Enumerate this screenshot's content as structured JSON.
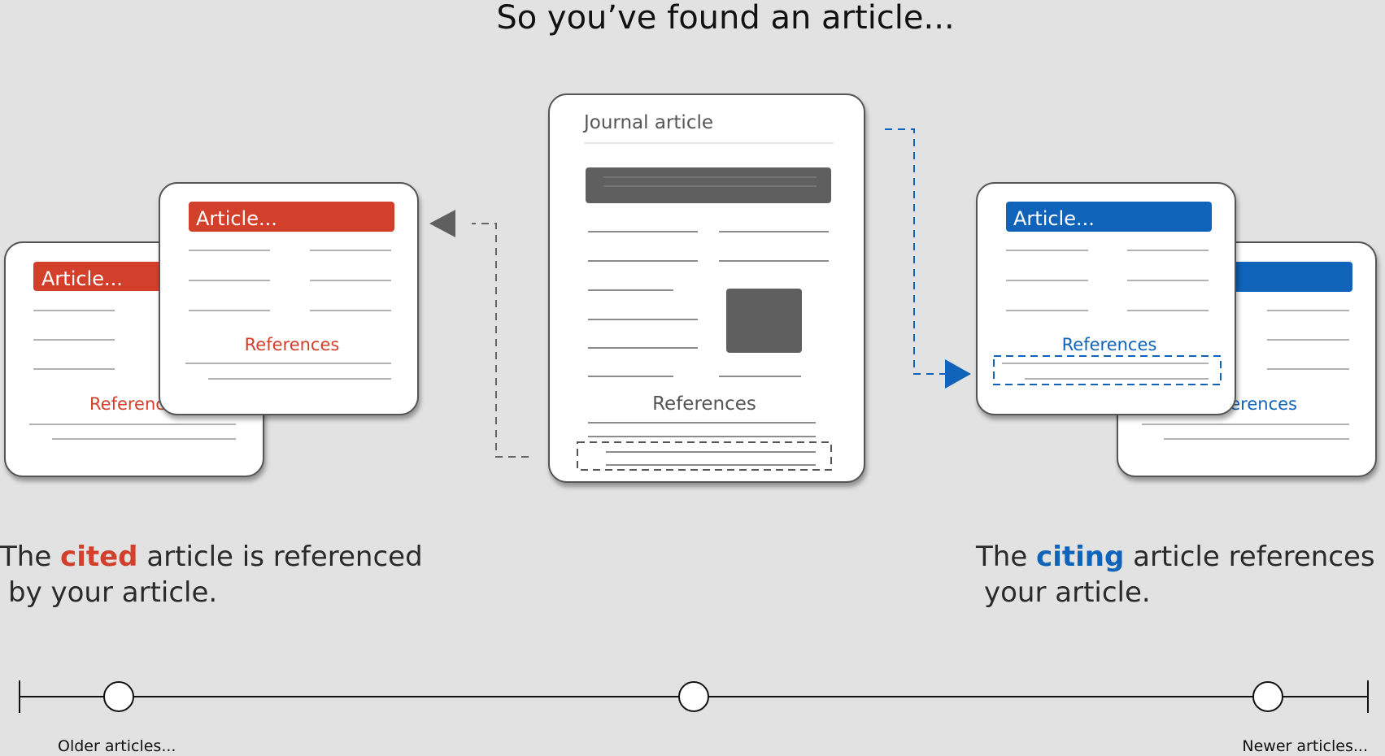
{
  "title": "So you’ve found an article...",
  "colors": {
    "cited": "#d23f2a",
    "citing": "#0f63b8",
    "neutral": "#5f5f5f",
    "background": "#e2e2e2"
  },
  "center_card": {
    "heading": "Journal article",
    "references_label": "References"
  },
  "cited_cards": {
    "back_title": "Article...",
    "back_references": "Referenc",
    "front_title": "Article...",
    "front_references": "References"
  },
  "citing_cards": {
    "back_references": "erences",
    "front_title": "Article...",
    "front_references": "References"
  },
  "captions": {
    "left": {
      "pre": "The ",
      "highlight": "cited",
      "post": " article is referenced",
      "line2": "by your article."
    },
    "right": {
      "pre": "The ",
      "highlight": "citing",
      "post": " article references",
      "line2": "your article."
    }
  },
  "timeline": {
    "older_label": "Older articles...",
    "newer_label": "Newer articles..."
  },
  "icons": {
    "left_arrow": "arrow-left-icon",
    "right_arrow": "arrow-right-icon"
  }
}
